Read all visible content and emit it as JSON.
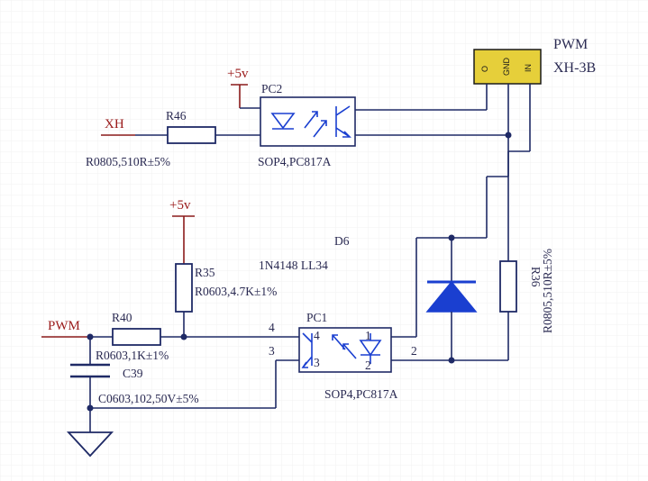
{
  "connector": {
    "title": "PWM",
    "part": "XH-3B",
    "pins": [
      "O",
      "GND",
      "IN"
    ],
    "color": "#e6cf3a"
  },
  "supply_pc2": "+5v",
  "supply_r35": "+5v",
  "pc2": {
    "designator": "PC2",
    "footprint": "SOP4,PC817A"
  },
  "pc1": {
    "designator": "PC1",
    "footprint": "SOP4,PC817A",
    "pin1": "1",
    "pin2": "2",
    "pin3": "3",
    "pin4": "4",
    "ext_pin2": "2",
    "ext_pin3": "3",
    "ext_pin4": "4"
  },
  "net_xh": "XH",
  "net_pwm": "PWM",
  "r46": {
    "designator": "R46",
    "value": "R0805,510R±5%"
  },
  "r35": {
    "designator": "R35",
    "value": "R0603,4.7K±1%"
  },
  "r40": {
    "designator": "R40",
    "value": "R0603,1K±1%"
  },
  "r36": {
    "designator": "R36",
    "value": "R0805,510R±5%"
  },
  "c39": {
    "designator": "C39",
    "value": "C0603,102,50V±5%"
  },
  "d6": {
    "designator": "D6",
    "value": "1N4148 LL34"
  },
  "colors": {
    "wire": "#1f2a66",
    "net_red": "#8a1a1a",
    "diode_blue": "#1a3fd0",
    "connector_yellow": "#e6cf3a"
  }
}
